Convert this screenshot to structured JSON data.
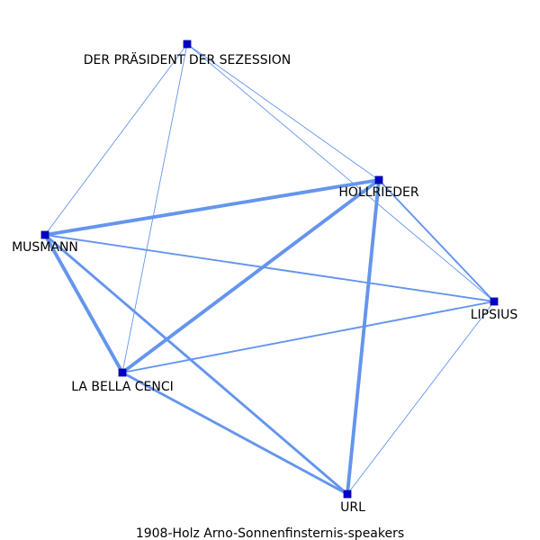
{
  "colors": {
    "edge": "#6495ED",
    "node_fill": "#0000CD",
    "node_stroke": "#00008B",
    "label": "#000000"
  },
  "caption": "1908-Holz  Arno-Sonnenfinsternis-speakers",
  "nodes": [
    {
      "id": "praesident",
      "label": "DER PRÄSIDENT DER SEZESSION"
    },
    {
      "id": "hollrieder",
      "label": "HOLLRIEDER"
    },
    {
      "id": "musmann",
      "label": "MUSMANN"
    },
    {
      "id": "lipsius",
      "label": "LIPSIUS"
    },
    {
      "id": "bellacenci",
      "label": "LA BELLA CENCI"
    },
    {
      "id": "url",
      "label": "URL"
    }
  ],
  "edges": [
    {
      "source": "praesident",
      "target": "musmann",
      "weight": 1
    },
    {
      "source": "praesident",
      "target": "bellacenci",
      "weight": 1
    },
    {
      "source": "praesident",
      "target": "hollrieder",
      "weight": 1
    },
    {
      "source": "praesident",
      "target": "lipsius",
      "weight": 1
    },
    {
      "source": "musmann",
      "target": "hollrieder",
      "weight": 4
    },
    {
      "source": "musmann",
      "target": "lipsius",
      "weight": 2
    },
    {
      "source": "musmann",
      "target": "bellacenci",
      "weight": 4
    },
    {
      "source": "musmann",
      "target": "url",
      "weight": 3
    },
    {
      "source": "hollrieder",
      "target": "bellacenci",
      "weight": 4
    },
    {
      "source": "hollrieder",
      "target": "url",
      "weight": 4
    },
    {
      "source": "hollrieder",
      "target": "lipsius",
      "weight": 2
    },
    {
      "source": "lipsius",
      "target": "bellacenci",
      "weight": 2
    },
    {
      "source": "lipsius",
      "target": "url",
      "weight": 1
    },
    {
      "source": "bellacenci",
      "target": "url",
      "weight": 3
    }
  ]
}
